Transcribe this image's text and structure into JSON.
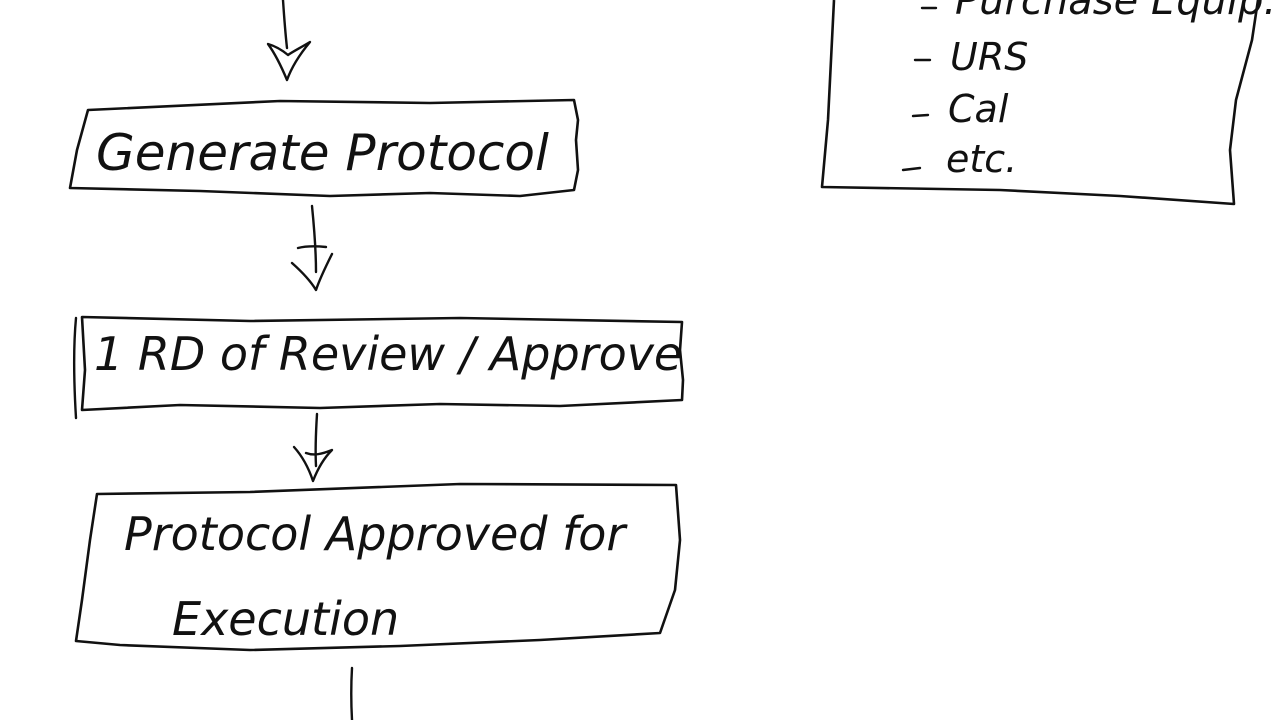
{
  "diagram": {
    "steps": [
      {
        "label_lines": [
          "Generate  Protocol"
        ]
      },
      {
        "label_lines": [
          "1 RD  of   Review / Approve"
        ]
      },
      {
        "label_lines": [
          "Protocol   Approved for",
          "Execution"
        ]
      }
    ],
    "side_note": {
      "items": [
        "Purchase Equip.",
        "URS",
        "Cal",
        "etc."
      ]
    }
  },
  "colors": {
    "ink": "#111111",
    "paper": "#ffffff"
  }
}
